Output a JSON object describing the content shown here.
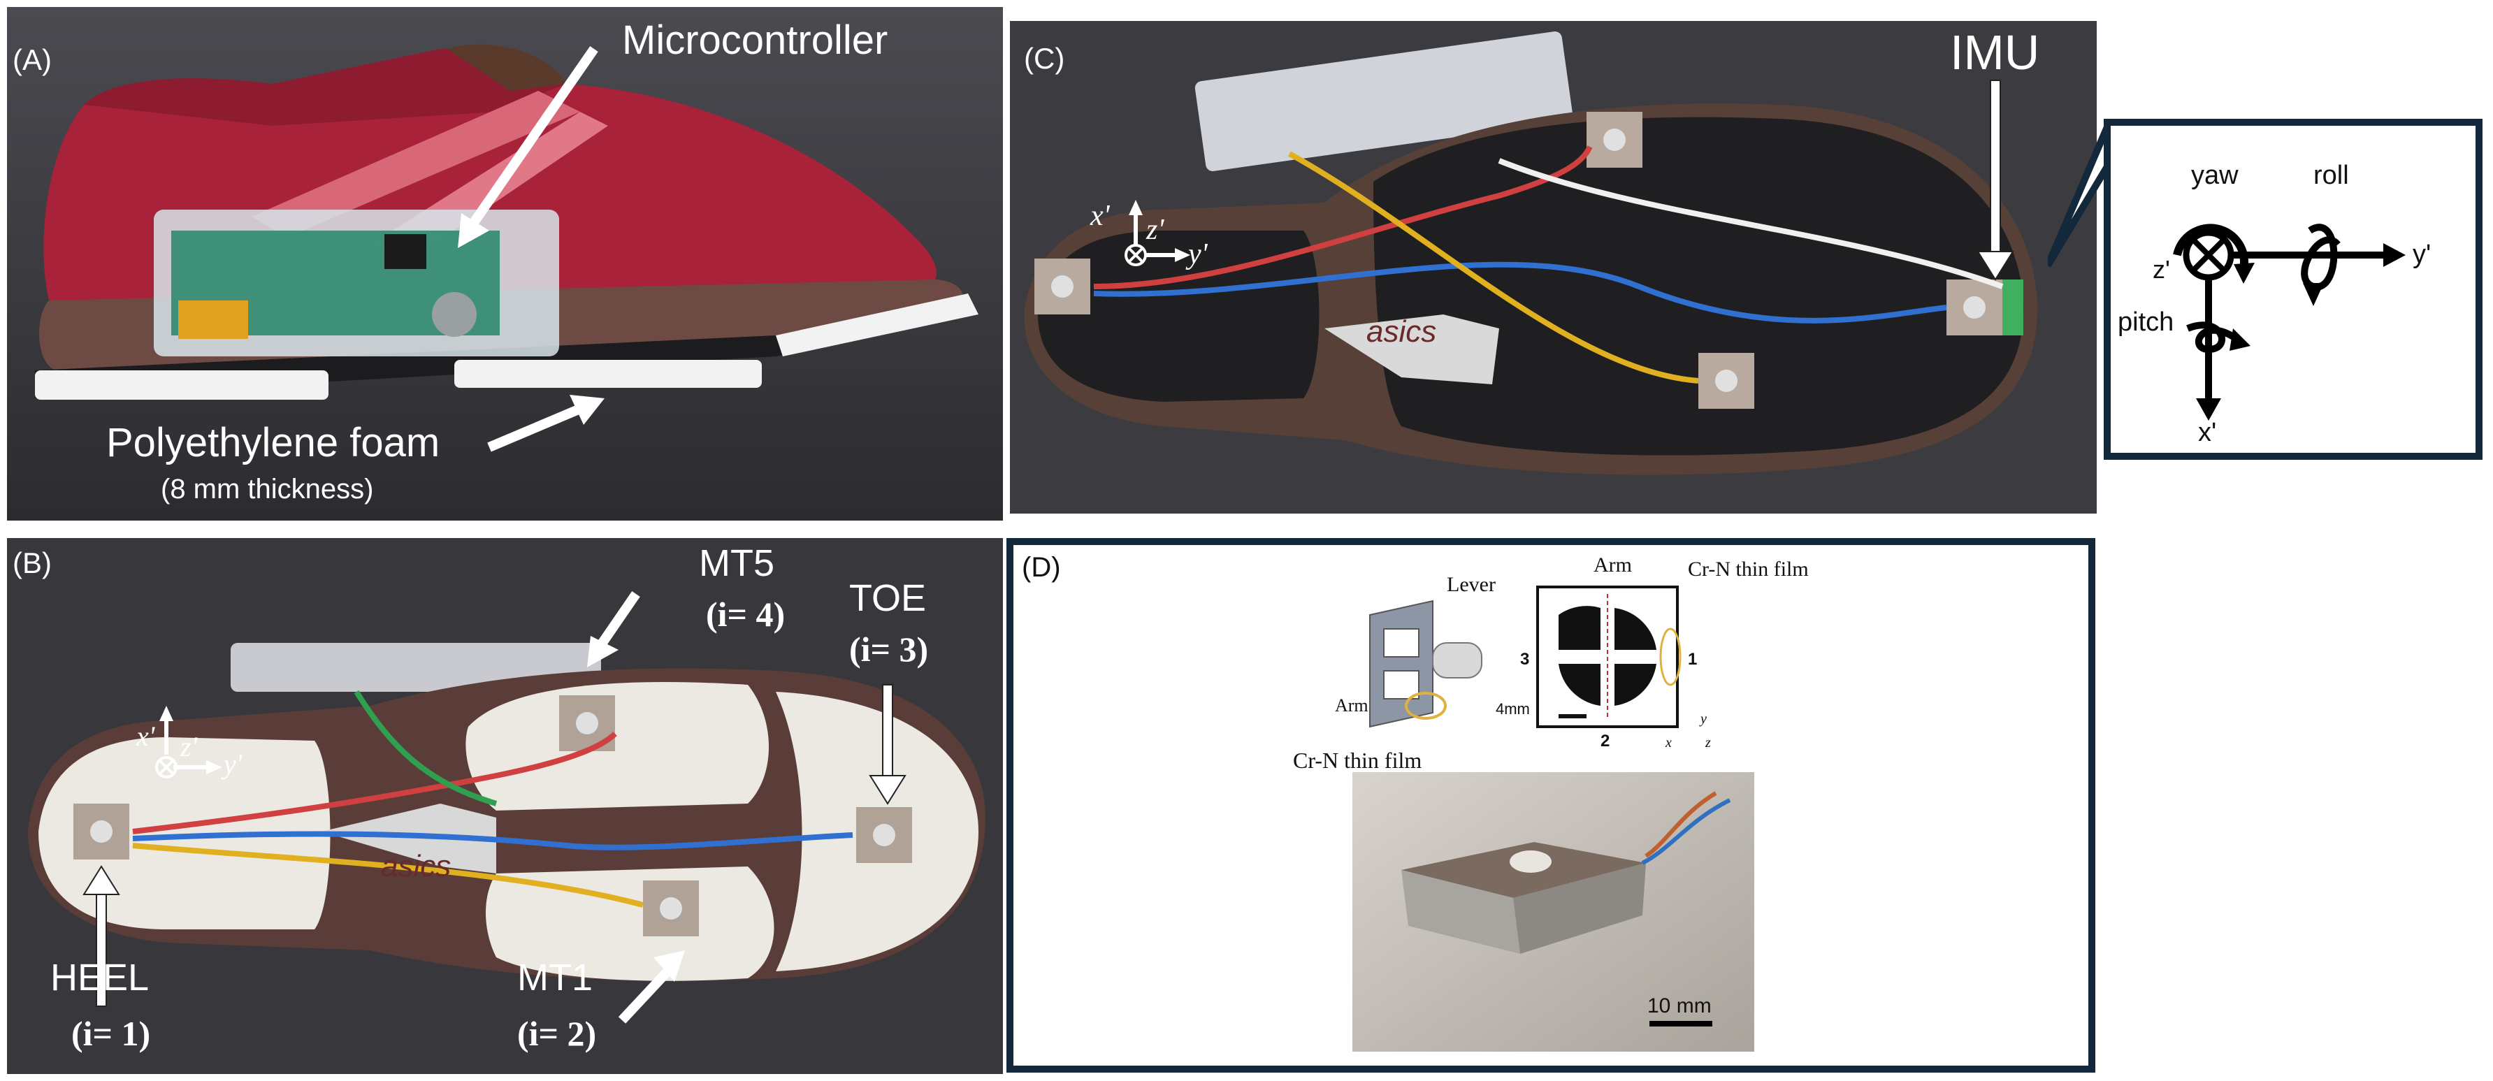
{
  "panel_a": {
    "label": "(A)",
    "microcontroller": "Microcontroller",
    "foam": "Polyethylene foam",
    "foam_thickness": "(8 mm thickness)"
  },
  "panel_b": {
    "label": "(B)",
    "heel": "HEEL",
    "heel_index": "(i= 1)",
    "mt1": "MT1",
    "mt1_index": "(i= 2)",
    "toe": "TOE",
    "toe_index": "(i= 3)",
    "mt5": "MT5",
    "mt5_index": "(i= 4)",
    "axis_x": "x'",
    "axis_y": "y'",
    "axis_z": "z'",
    "brand": "asics"
  },
  "panel_c": {
    "label": "(C)",
    "imu": "IMU",
    "axis_x": "x'",
    "axis_y": "y'",
    "axis_z": "z'",
    "brand": "asics"
  },
  "imu_inset": {
    "yaw": "yaw",
    "roll": "roll",
    "pitch": "pitch",
    "axis_x": "x'",
    "axis_y": "y'",
    "axis_z": "z'"
  },
  "panel_d": {
    "label": "(D)",
    "lever": "Lever",
    "arm_left": "Arm",
    "arm_top": "Arm",
    "film_top": "Cr-N thin film",
    "film_bottom": "Cr-N thin film",
    "scale_small": "4mm",
    "num_1": "1",
    "num_2": "2",
    "num_3": "3",
    "axis_x": "x",
    "axis_y": "y",
    "axis_z": "z",
    "scale_large": "10 mm"
  }
}
